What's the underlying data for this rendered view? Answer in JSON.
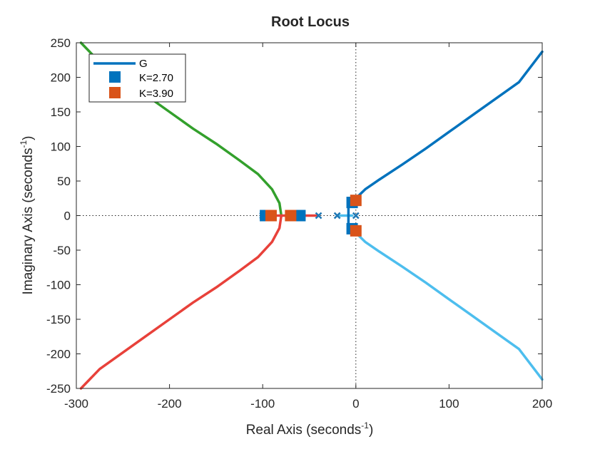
{
  "chart_data": {
    "type": "line",
    "title": "Root Locus",
    "xlabel": "Real Axis (seconds",
    "ylabel": "Imaginary Axis (seconds",
    "unit_exponent": "-1",
    "xlim": [
      -300,
      200
    ],
    "ylim": [
      -250,
      250
    ],
    "xticks": [
      -300,
      -200,
      -100,
      0,
      100,
      200
    ],
    "yticks": [
      -250,
      -200,
      -150,
      -100,
      -50,
      0,
      50,
      100,
      150,
      200,
      250
    ],
    "grid": false,
    "reference_lines": "dotted lines at x=0 and y=0",
    "legend": {
      "placement": "top-left",
      "entries": [
        {
          "label": "G",
          "marker": "line",
          "color": "#0072BD"
        },
        {
          "label": "K=2.70",
          "marker": "square",
          "color": "#0072BD"
        },
        {
          "label": "K=3.90",
          "marker": "square",
          "color": "#D95319"
        }
      ]
    },
    "poles": [
      {
        "x": -100,
        "y": 0
      },
      {
        "x": -40,
        "y": 0
      },
      {
        "x": -20,
        "y": 0
      },
      {
        "x": 0,
        "y": 0
      }
    ],
    "series": [
      {
        "color": "#0072BD",
        "x": [
          -2,
          0,
          10,
          25,
          50,
          75,
          100,
          125,
          150,
          175,
          200
        ],
        "y": [
          15,
          25,
          38,
          52,
          74,
          97,
          121,
          145,
          169,
          193,
          237
        ]
      },
      {
        "color": "#4DBEEE",
        "x": [
          -2,
          0,
          10,
          25,
          50,
          75,
          100,
          125,
          150,
          175,
          200
        ],
        "y": [
          -15,
          -25,
          -38,
          -52,
          -74,
          -97,
          -121,
          -145,
          -169,
          -193,
          -237
        ]
      },
      {
        "color": "#33A02C",
        "x": [
          -80,
          -82,
          -90,
          -105,
          -125,
          -150,
          -175,
          -200,
          -225,
          -250,
          -275,
          -295
        ],
        "y": [
          0,
          18,
          38,
          60,
          80,
          104,
          126,
          150,
          174,
          198,
          222,
          250
        ]
      },
      {
        "color": "#E8413A",
        "x": [
          -80,
          -82,
          -90,
          -105,
          -125,
          -150,
          -175,
          -200,
          -225,
          -250,
          -275,
          -295
        ],
        "y": [
          0,
          -18,
          -38,
          -60,
          -80,
          -104,
          -126,
          -150,
          -174,
          -198,
          -222,
          -250
        ]
      },
      {
        "color": "#E8413A",
        "x": [
          -100,
          -80,
          -40
        ],
        "y": [
          0,
          0,
          0
        ]
      },
      {
        "color": "#4DBEEE",
        "x": [
          -20,
          -10,
          -4
        ],
        "y": [
          0,
          0,
          0
        ]
      },
      {
        "color": "#0072BD",
        "x": [
          -8,
          -8,
          -8
        ],
        "y": [
          -20,
          0,
          20
        ]
      }
    ],
    "markers": [
      {
        "label": "K=2.70",
        "color": "#0072BD",
        "points": [
          {
            "x": -97,
            "y": 0
          },
          {
            "x": -60,
            "y": 0
          },
          {
            "x": -4,
            "y": 19
          },
          {
            "x": -4,
            "y": -19
          }
        ]
      },
      {
        "label": "K=3.90",
        "color": "#D95319",
        "points": [
          {
            "x": -91,
            "y": 0
          },
          {
            "x": -70,
            "y": 0
          },
          {
            "x": 0,
            "y": 22
          },
          {
            "x": 0,
            "y": -22
          }
        ]
      }
    ]
  }
}
